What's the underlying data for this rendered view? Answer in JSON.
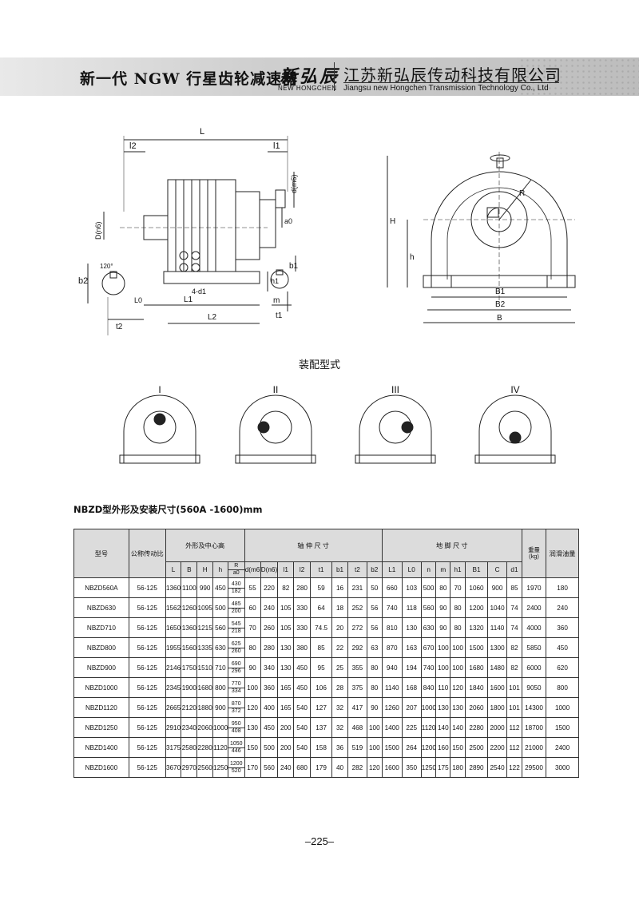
{
  "header": {
    "title": "新一代 NGW 行星齿轮减速器",
    "brand_cn": "新弘辰",
    "brand_en": "NEW HONGCHEN",
    "company_cn": "江苏新弘辰传动科技有限公司",
    "company_en": "Jiangsu new Hongchen Transmission Technology Co., Ltd"
  },
  "drawing_labels": {
    "L": "L",
    "l2": "l2",
    "l1": "l1",
    "d_n6": "d(m6)",
    "a0": "a0",
    "D_n6": "D(n6)",
    "b2": "b2",
    "deg120": "120°",
    "b1": "b1",
    "h1": "h1",
    "m": "m",
    "t1": "t1",
    "d1": "4-d1",
    "L1": "L1",
    "L0": "L0",
    "L2": "L2",
    "t2": "t2",
    "H": "H",
    "h": "h",
    "R": "R",
    "B1": "B1",
    "B2": "B2",
    "B": "B"
  },
  "assembly": {
    "caption": "装配型式",
    "types": [
      "I",
      "II",
      "III",
      "IV"
    ]
  },
  "table": {
    "title": "NBZD型外形及安装尺寸(560A -1600)mm",
    "headers": {
      "model": "型号",
      "ratio": "公称传动比",
      "outline": "外形及中心高",
      "shaft": "轴 伸 尺 寸",
      "foot": "地 脚 尺 寸",
      "weight": "重量",
      "weight_unit": "(kg)",
      "oil": "润滑油量"
    },
    "subheaders": {
      "outline": [
        "L",
        "B",
        "H",
        "h"
      ],
      "r_top": "R",
      "r_bot": "a0",
      "shaft": [
        "d(m6)",
        "D(n6)",
        "l1",
        "l2",
        "t1",
        "b1",
        "t2",
        "b2"
      ],
      "foot": [
        "L1",
        "L0",
        "n",
        "m",
        "h1",
        "B1",
        "C",
        "d1"
      ]
    },
    "rows": [
      {
        "model": "NBZD560A",
        "ratio": "56-125",
        "L": "1360",
        "B": "1100",
        "H": "990",
        "h": "450",
        "R": "430",
        "a0": "182",
        "d": "55",
        "D": "220",
        "l1": "82",
        "l2": "280",
        "t1": "59",
        "b1": "16",
        "t2": "231",
        "b2": "50",
        "L1": "660",
        "L0": "103",
        "n": "500",
        "m": "80",
        "h1": "70",
        "B1f": "1060",
        "C": "900",
        "d1": "85",
        "weight": "1970",
        "oil": "180"
      },
      {
        "model": "NBZD630",
        "ratio": "56-125",
        "L": "1562",
        "B": "1260",
        "H": "1095",
        "h": "500",
        "R": "485",
        "a0": "200",
        "d": "60",
        "D": "240",
        "l1": "105",
        "l2": "330",
        "t1": "64",
        "b1": "18",
        "t2": "252",
        "b2": "56",
        "L1": "740",
        "L0": "118",
        "n": "560",
        "m": "90",
        "h1": "80",
        "B1f": "1200",
        "C": "1040",
        "d1": "74",
        "weight": "2400",
        "oil": "240"
      },
      {
        "model": "NBZD710",
        "ratio": "56-125",
        "L": "1650",
        "B": "1360",
        "H": "1215",
        "h": "560",
        "R": "545",
        "a0": "218",
        "d": "70",
        "D": "260",
        "l1": "105",
        "l2": "330",
        "t1": "74.5",
        "b1": "20",
        "t2": "272",
        "b2": "56",
        "L1": "810",
        "L0": "130",
        "n": "630",
        "m": "90",
        "h1": "80",
        "B1f": "1320",
        "C": "1140",
        "d1": "74",
        "weight": "4000",
        "oil": "360"
      },
      {
        "model": "NBZD800",
        "ratio": "56-125",
        "L": "1955",
        "B": "1560",
        "H": "1335",
        "h": "630",
        "R": "625",
        "a0": "260",
        "d": "80",
        "D": "280",
        "l1": "130",
        "l2": "380",
        "t1": "85",
        "b1": "22",
        "t2": "292",
        "b2": "63",
        "L1": "870",
        "L0": "163",
        "n": "670",
        "m": "100",
        "h1": "100",
        "B1f": "1500",
        "C": "1300",
        "d1": "82",
        "weight": "5850",
        "oil": "450"
      },
      {
        "model": "NBZD900",
        "ratio": "56-125",
        "L": "2146",
        "B": "1750",
        "H": "1510",
        "h": "710",
        "R": "690",
        "a0": "296",
        "d": "90",
        "D": "340",
        "l1": "130",
        "l2": "450",
        "t1": "95",
        "b1": "25",
        "t2": "355",
        "b2": "80",
        "L1": "940",
        "L0": "194",
        "n": "740",
        "m": "100",
        "h1": "100",
        "B1f": "1680",
        "C": "1480",
        "d1": "82",
        "weight": "6000",
        "oil": "620"
      },
      {
        "model": "NBZD1000",
        "ratio": "56-125",
        "L": "2345",
        "B": "1900",
        "H": "1680",
        "h": "800",
        "R": "770",
        "a0": "334",
        "d": "100",
        "D": "360",
        "l1": "165",
        "l2": "450",
        "t1": "106",
        "b1": "28",
        "t2": "375",
        "b2": "80",
        "L1": "1140",
        "L0": "168",
        "n": "840",
        "m": "110",
        "h1": "120",
        "B1f": "1840",
        "C": "1600",
        "d1": "101",
        "weight": "9050",
        "oil": "800"
      },
      {
        "model": "NBZD1120",
        "ratio": "56-125",
        "L": "2665",
        "B": "2120",
        "H": "1880",
        "h": "900",
        "R": "870",
        "a0": "372",
        "d": "120",
        "D": "400",
        "l1": "165",
        "l2": "540",
        "t1": "127",
        "b1": "32",
        "t2": "417",
        "b2": "90",
        "L1": "1260",
        "L0": "207",
        "n": "1000",
        "m": "130",
        "h1": "130",
        "B1f": "2060",
        "C": "1800",
        "d1": "101",
        "weight": "14300",
        "oil": "1000"
      },
      {
        "model": "NBZD1250",
        "ratio": "56-125",
        "L": "2910",
        "B": "2340",
        "H": "2060",
        "h": "1000",
        "R": "950",
        "a0": "408",
        "d": "130",
        "D": "450",
        "l1": "200",
        "l2": "540",
        "t1": "137",
        "b1": "32",
        "t2": "468",
        "b2": "100",
        "L1": "1400",
        "L0": "225",
        "n": "1120",
        "m": "140",
        "h1": "140",
        "B1f": "2280",
        "C": "2000",
        "d1": "112",
        "weight": "18700",
        "oil": "1500"
      },
      {
        "model": "NBZD1400",
        "ratio": "56-125",
        "L": "3175",
        "B": "2580",
        "H": "2280",
        "h": "1120",
        "R": "1050",
        "a0": "446",
        "d": "150",
        "D": "500",
        "l1": "200",
        "l2": "540",
        "t1": "158",
        "b1": "36",
        "t2": "519",
        "b2": "100",
        "L1": "1500",
        "L0": "264",
        "n": "1200",
        "m": "160",
        "h1": "150",
        "B1f": "2500",
        "C": "2200",
        "d1": "112",
        "weight": "21000",
        "oil": "2400"
      },
      {
        "model": "NBZD1600",
        "ratio": "56-125",
        "L": "3670",
        "B": "2970",
        "H": "2560",
        "h": "1250",
        "R": "1200",
        "a0": "520",
        "d": "170",
        "D": "560",
        "l1": "240",
        "l2": "680",
        "t1": "179",
        "b1": "40",
        "t2": "282",
        "b2": "120",
        "L1": "1600",
        "L0": "350",
        "n": "1250",
        "m": "175",
        "h1": "180",
        "B1f": "2890",
        "C": "2540",
        "d1": "122",
        "weight": "29500",
        "oil": "3000"
      }
    ]
  },
  "page_number": "–225–"
}
